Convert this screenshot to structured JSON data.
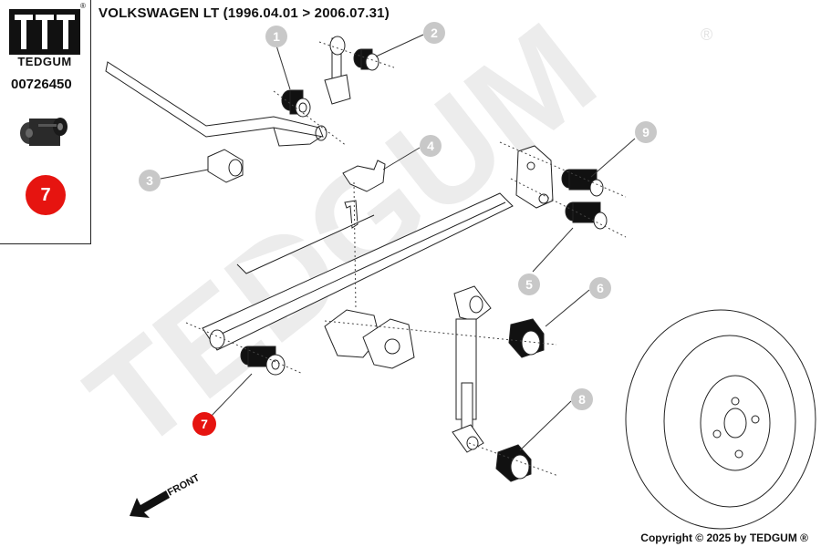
{
  "brand": {
    "name": "TEDGUM",
    "part_number": "00726450",
    "highlight_badge": "7",
    "accent_color": "#e61410"
  },
  "title": "VOLKSWAGEN LT  (1996.04.01 > 2006.07.31)",
  "watermark": {
    "text": "TEDGUM",
    "reg": "®"
  },
  "callouts": [
    "1",
    "2",
    "3",
    "4",
    "5",
    "6",
    "7",
    "8",
    "9"
  ],
  "highlighted_callout": "7",
  "front_label": "FRONT",
  "copyright": "Copyright © 2025 by TEDGUM ®",
  "colors": {
    "callout_gray": "#c8c8c8",
    "callout_red": "#e61410",
    "line": "#222222"
  },
  "icons": {
    "front_arrow": "arrow-front-icon",
    "logo": "tedgum-logo-icon"
  }
}
